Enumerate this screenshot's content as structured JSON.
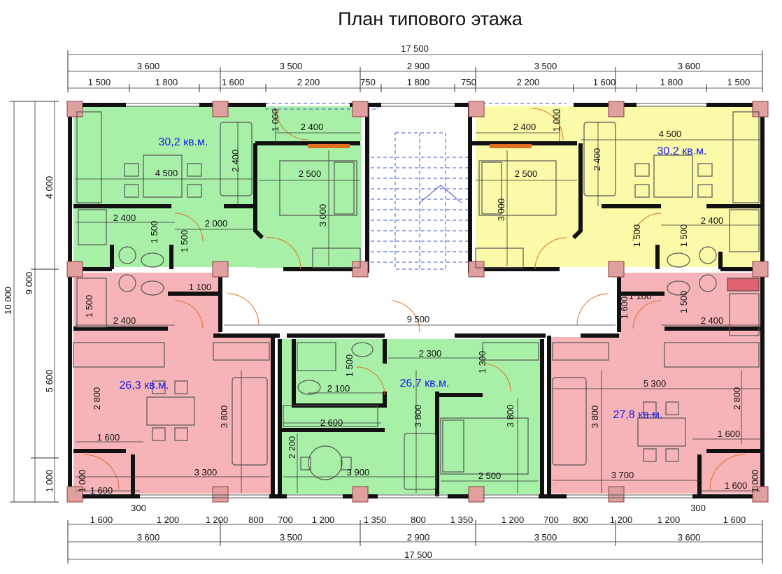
{
  "title": "План типового этажа",
  "dims_top": {
    "total": "17 500",
    "bays": [
      "3 600",
      "3 500",
      "2 900",
      "3 500",
      "3 600"
    ],
    "segments": [
      "1 500",
      "1 800",
      "1 600",
      "2 200",
      "750",
      "1 800",
      "750",
      "2 200",
      "1 600",
      "1 800",
      "1 500"
    ]
  },
  "dims_bottom": {
    "total": "17 500",
    "bays": [
      "3 600",
      "3 500",
      "2 900",
      "3 500",
      "3 600"
    ],
    "segments": [
      "1 600",
      "1 200",
      "1 200",
      "800",
      "700",
      "1 200",
      "1 350",
      "800",
      "1 350",
      "1 200",
      "700",
      "800",
      "1 200",
      "1 200",
      "1 600"
    ],
    "offset_left": "300",
    "offset_right": "300"
  },
  "dims_left": {
    "total": "10 000",
    "mid": "9 000",
    "segments": [
      "4 000",
      "5 600",
      "1 000"
    ]
  },
  "areas": {
    "apt_top_left": "30,2 кв.м.",
    "apt_top_right": "30.2 кв.м.",
    "apt_bottom_left": "26,3 кв.м.",
    "apt_bottom_center": "26,7 кв.м.",
    "apt_bottom_right": "27,8 кв.м."
  },
  "inner_dims": {
    "tl_4500": "4 500",
    "tl_2400v": "2 400",
    "tl_2400": "2 400",
    "tl_2000": "2 000",
    "tl_1500a": "1 500",
    "tl_1500b": "1 500",
    "tl_1000": "1 000",
    "tl_2400b": "2 400",
    "tl_2500": "2 500",
    "tl_3000": "3 000",
    "tr_4500": "4 500",
    "tr_2400v": "2 400",
    "tr_2400": "2 400",
    "tr_1500a": "1 500",
    "tr_1500b": "1 500",
    "tr_1000": "1 000",
    "tr_2400b": "2 400",
    "tr_2500": "2 500",
    "tr_3000": "3 000",
    "corr_9500": "9 500",
    "corr_1100a": "1 100",
    "corr_1100b": "1 100",
    "corr_1600": "1 600",
    "bl_1500": "1 500",
    "bl_2400": "2 400",
    "bl_2800": "2 800",
    "bl_3800": "3 800",
    "bl_1600a": "1 600",
    "bl_3300": "3 300",
    "bl_1000": "1 000",
    "bl_1600b": "1 600",
    "bc_2300": "2 300",
    "bc_1500": "1 500",
    "bc_2100": "2 100",
    "bc_1300": "1 300",
    "bc_2600": "2 600",
    "bc_3800a": "3 800",
    "bc_3800b": "3 800",
    "bc_2200": "2 200",
    "bc_3900": "3 900",
    "bc_2500": "2 500",
    "br_5300": "5 300",
    "br_1500": "1 500",
    "br_2400": "2 400",
    "br_2800": "2 800",
    "br_3800": "3 800",
    "br_1600a": "1 600",
    "br_3700": "3 700",
    "br_1000": "1 000",
    "br_1600b": "1 600"
  },
  "colors": {
    "green": "#a8f0a8",
    "yellow": "#fafaa8",
    "pink": "#f6b4b8",
    "wall": "#111111",
    "column": "#e0a0a0",
    "dim_line": "#333333",
    "area_text": "#1a1aee",
    "door": "#e07020",
    "stair": "#3a50d0"
  }
}
